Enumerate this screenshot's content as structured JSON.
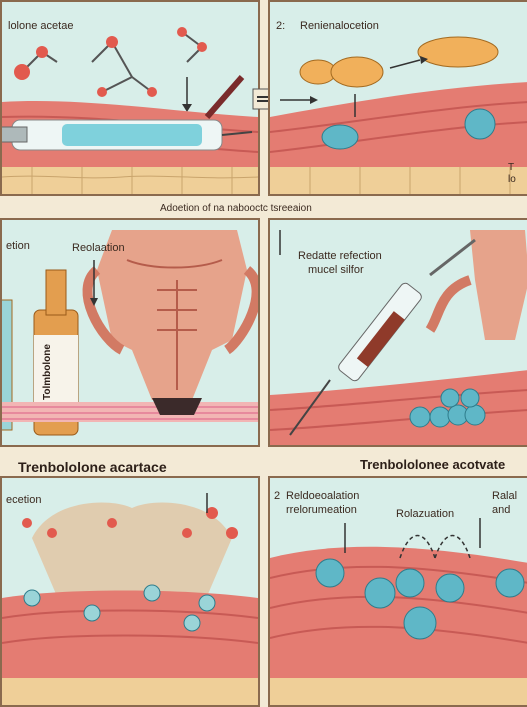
{
  "captions": {
    "top_caption": "Adoetion of na nabooctc tsreeaion",
    "middle_left_heading": "Trenbololone acartace",
    "middle_right_heading": "Trenbololonee acotvate"
  },
  "panels": {
    "p1": {
      "title": "lolone acetae"
    },
    "p2": {
      "number": "2:",
      "title": "Renienalocetion",
      "side_label_1": "T",
      "side_label_2": "lo"
    },
    "p3": {
      "label_1": "etion",
      "label_2": "Reolaation",
      "vial_label": "Tolmbolone"
    },
    "p4": {
      "label_1": "Redatte refection",
      "label_2": "mucel silfor"
    },
    "p5": {
      "label_1": "ecetion"
    },
    "p6": {
      "number": "2",
      "label_1": "Reldoeoalation",
      "label_2": "rrelorumeation",
      "label_3": "Rolazuation",
      "label_4": "Ralal",
      "label_5": "and"
    }
  },
  "colors": {
    "panel_bg": "#d8eee9",
    "muscle": "#e47c72",
    "muscle_dark": "#c85a55",
    "fat": "#efcf98",
    "cell_blue": "#5fb7c7",
    "molecule_red": "#e25a4e",
    "border": "#8a6a4e"
  }
}
